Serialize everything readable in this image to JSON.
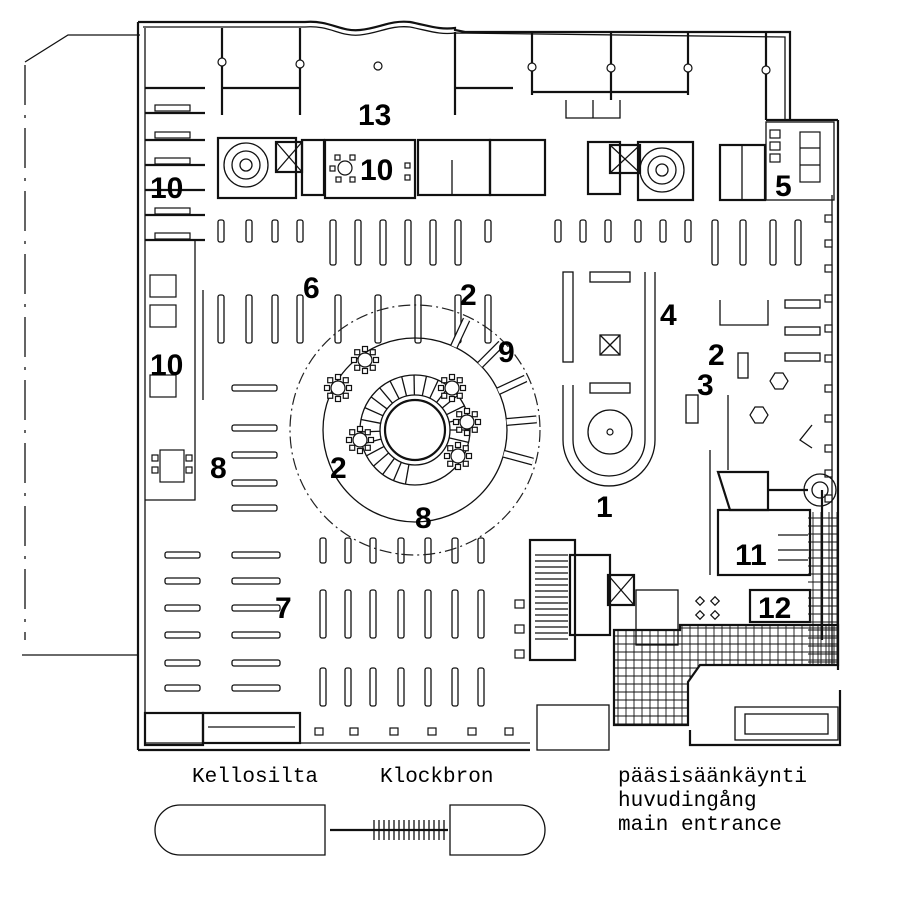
{
  "zone_labels": {
    "z1": "1",
    "z2a": "2",
    "z2b": "2",
    "z2c": "2",
    "z3": "3",
    "z4": "4",
    "z5": "5",
    "z6": "6",
    "z7": "7",
    "z8a": "8",
    "z8b": "8",
    "z9": "9",
    "z10a": "10",
    "z10b": "10",
    "z10c": "10",
    "z11": "11",
    "z12": "12",
    "z13": "13"
  },
  "captions": {
    "bridge_fi": "Kellosilta",
    "bridge_sv": "Klockbron",
    "entrance_fi": "pääsisäänkäynti",
    "entrance_sv": "huvudingång",
    "entrance_en": "main entrance"
  }
}
